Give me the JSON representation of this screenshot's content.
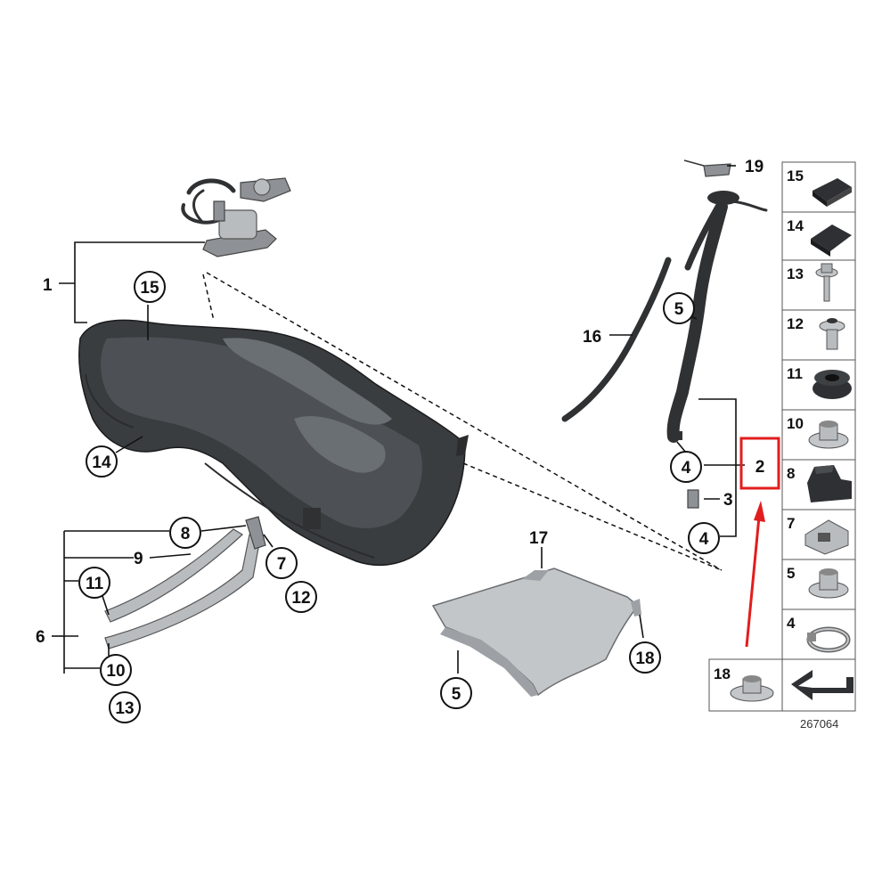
{
  "diagram": {
    "callouts": {
      "pump_assembly": "1",
      "pump_cap_15": "15",
      "pump_cap_14": "14",
      "strap_group": "6",
      "strap_8": "8",
      "strap_9": "9",
      "strap_11": "11",
      "strap_10": "10",
      "strap_13": "13",
      "strap_7": "7",
      "strap_12": "12",
      "shield_17": "17",
      "shield_18": "18",
      "shield_5": "5",
      "filler_19": "19",
      "filler_5": "5",
      "vent_16": "16",
      "filler_4_top": "4",
      "filler_4_bottom": "4",
      "filler_3": "3",
      "filler_2": "2"
    },
    "legend": [
      {
        "label": "15",
        "icon": "foam-pad-icon"
      },
      {
        "label": "14",
        "icon": "foam-pad-icon"
      },
      {
        "label": "13",
        "icon": "bolt-icon"
      },
      {
        "label": "12",
        "icon": "screw-icon"
      },
      {
        "label": "11",
        "icon": "grommet-icon"
      },
      {
        "label": "10",
        "icon": "collar-nut-icon"
      },
      {
        "label": "8",
        "icon": "rubber-mount-icon"
      },
      {
        "label": "7",
        "icon": "bracket-icon"
      },
      {
        "label": "5",
        "icon": "collar-nut-icon"
      },
      {
        "label": "4",
        "icon": "hose-clamp-icon"
      },
      {
        "label": "18",
        "icon": "flange-nut-icon"
      },
      {
        "label": "",
        "icon": "arrow-icon"
      }
    ],
    "figure_number": "267064",
    "highlight_color": "#e21d1d"
  }
}
